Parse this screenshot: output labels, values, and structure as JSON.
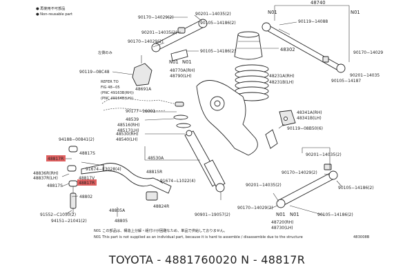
{
  "legend": {
    "marker_non_reusable": "●",
    "text_jp": "● 再使用不可部品",
    "text_en": "● Non-reusable part"
  },
  "labels": {
    "p48740": "48740",
    "n01_top_a": "N01",
    "n01_top_b": "N01",
    "p90170_14029_a": "90170−14029(2)",
    "p90201_14035_a": "90201−14035(2)",
    "p90105_14186_a": "90105−14186(2)",
    "p90119_14088": "90119−14088",
    "p90201_14035_b": "90201−14035(2)",
    "p90170_14029_b": "90170−14029(2)",
    "p90105_14186_b": "90105−14186(2)",
    "p48302": "48302",
    "p90170_14029_r": "90170−14029",
    "p90201_14035_r": "90201−14035",
    "p90105_14187": "90105−14187",
    "jp_left_only": "左側のみ",
    "p90119_08c48": "90119−08C48",
    "n01_mid_a": "N01",
    "n01_mid_b": "N01",
    "p48770a": "48770A(RH)",
    "p48790": "48790(LH)",
    "p48231a": "48231A(RH)",
    "p48231b": "48231B(LH)",
    "refer_to": "REFER TO",
    "fig": "FIG 48−05",
    "pnc1": "(PNC 49163B(RH))",
    "pnc2": "(PNC 49164B(LH))",
    "p48691a": "48691A",
    "p90177_16001": "90177−16001",
    "p48539": "48539",
    "p48516": "48516(RH)",
    "p48517": "48517(LH)",
    "p48341a": "48341A(RH)",
    "p48341b": "48341B(LH)",
    "p90119_08b50": "90119−08B50(6)",
    "p48530": "48530(RH)",
    "p48540": "48540(LH)",
    "p94188_00841": "94188−00841(2)",
    "p48817s": "48817S",
    "p48817r_a": "48817R",
    "p91674_e3028": "91674−E3028(4)",
    "p48530a": "48530A",
    "p48836r": "48836R(RH)",
    "p48837r": "48837R(LH)",
    "p48817v": "48817V",
    "p48817r_b": "48817R",
    "p48815r": "48815R",
    "p48817s_b": "48817S",
    "p48802": "48802",
    "p91674_l1022": "91674−L1022(4)",
    "p48824r": "48824R",
    "p91552_c1050": "91552−C1050(2)",
    "p94151_21041": "94151−21041(2)",
    "p48805a": "48805A",
    "p48805": "48805",
    "p90201_14035_c": "90201−14035(2)",
    "p90170_14029_c": "90170−14029(2)",
    "p90105_14186_c": "90105−14186(2)",
    "p90201_14035_d": "90201−14035(2)",
    "p90901_19057": "90901−19057(2)",
    "p90170_14029_d": "90170−14029(2)",
    "n01_bot_a": "N01",
    "n01_bot_b": "N01",
    "p90105_14186_d": "90105−14186(2)",
    "p48720": "48720(RH)",
    "p48730": "48730(LH)"
  },
  "notes": {
    "jp": "N01  この部品は、構造上分解・組付けが困難なため、単品で供給しておりません。",
    "en": "N01  This part is not supplied as an individual part, because it is hard to assemble / disassemble due to the structure",
    "fig_code": "483008B"
  },
  "footer": {
    "text": "TOYOTA - 4881760020     N - 48817R"
  },
  "colors": {
    "highlight": "#e06060"
  }
}
